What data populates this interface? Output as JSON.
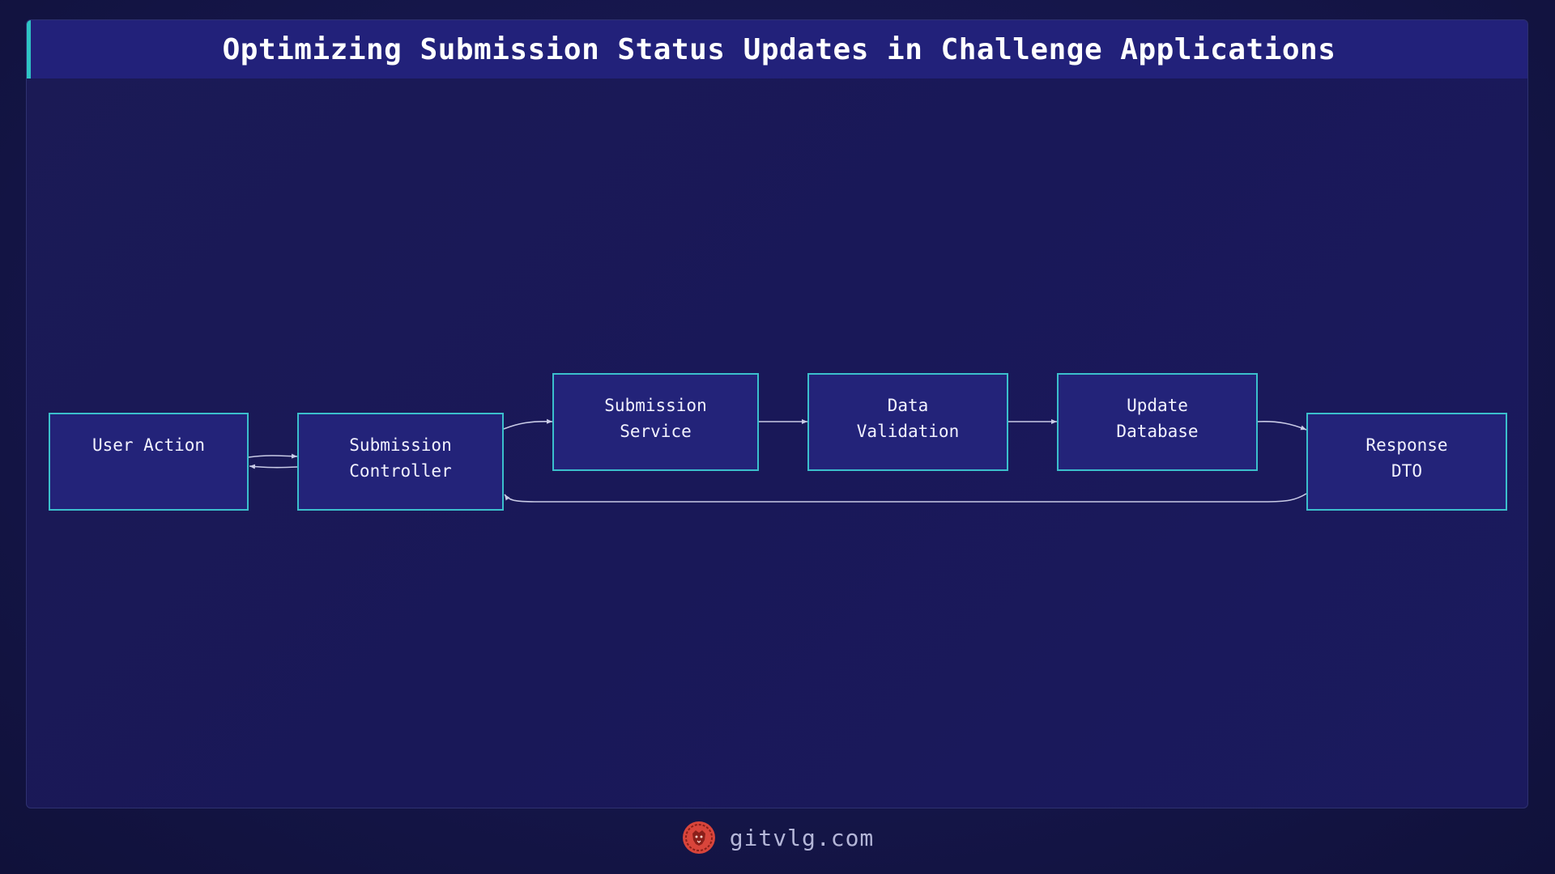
{
  "title": "Optimizing Submission Status Updates in Challenge Applications",
  "nodes": {
    "user_action": "User Action",
    "submission_controller": "Submission\nController",
    "submission_service": "Submission\nService",
    "data_validation": "Data\nValidation",
    "update_database": "Update\nDatabase",
    "response_dto": "Response\nDTO"
  },
  "edges": [
    {
      "from": "User Action",
      "to": "Submission Controller"
    },
    {
      "from": "Submission Controller",
      "to": "User Action"
    },
    {
      "from": "Submission Controller",
      "to": "Submission Service"
    },
    {
      "from": "Submission Service",
      "to": "Data Validation"
    },
    {
      "from": "Data Validation",
      "to": "Update Database"
    },
    {
      "from": "Update Database",
      "to": "Response DTO"
    },
    {
      "from": "Response DTO",
      "to": "Submission Controller"
    }
  ],
  "footer": {
    "site": "gitvlg.com",
    "logo_icon": "lion-logo-icon"
  },
  "colors": {
    "background": "#15164a",
    "title_bar": "#22217a",
    "accent": "#2ec4c4",
    "node_fill": "#232379",
    "node_border": "#3bbfcc",
    "edge": "#c9cbe6",
    "logo": "#d9453b"
  }
}
